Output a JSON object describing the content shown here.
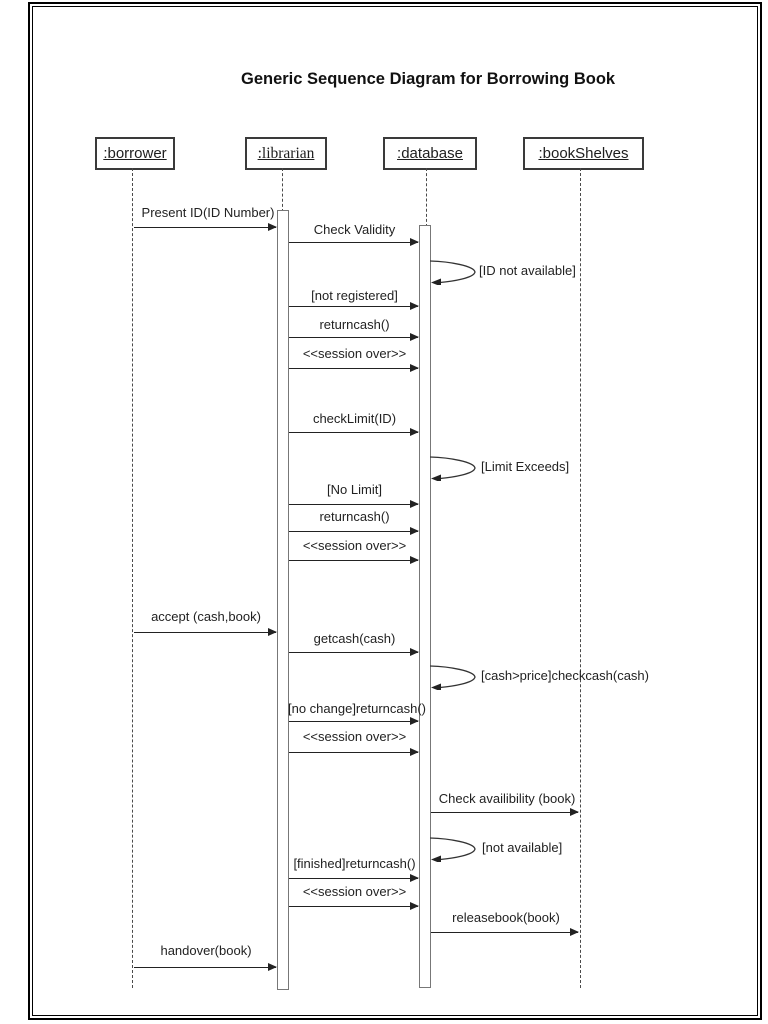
{
  "title": "Generic Sequence Diagram for Borrowing Book",
  "colors": {
    "ink": "#1e1e1e",
    "frame": "#000000",
    "background": "#ffffff"
  },
  "lifelines": [
    {
      "name": ":borrower"
    },
    {
      "name": ":librarian"
    },
    {
      "name": ":database"
    },
    {
      "name": ":bookShelves"
    }
  ],
  "messages": [
    {
      "label": "Present ID(ID Number)",
      "from": ":borrower",
      "to": ":librarian"
    },
    {
      "label": "Check Validity",
      "from": ":librarian",
      "to": ":database"
    },
    {
      "label": "[not registered]",
      "from": ":librarian",
      "to": ":database"
    },
    {
      "label": "returncash()",
      "from": ":librarian",
      "to": ":database"
    },
    {
      "label": "<<session over>>",
      "from": ":librarian",
      "to": ":database"
    },
    {
      "label": "checkLimit(ID)",
      "from": ":librarian",
      "to": ":database"
    },
    {
      "label": "[No Limit]",
      "from": ":librarian",
      "to": ":database"
    },
    {
      "label": "returncash()",
      "from": ":librarian",
      "to": ":database"
    },
    {
      "label": "<<session over>>",
      "from": ":librarian",
      "to": ":database"
    },
    {
      "label": "accept (cash,book)",
      "from": ":borrower",
      "to": ":librarian"
    },
    {
      "label": "getcash(cash)",
      "from": ":librarian",
      "to": ":database"
    },
    {
      "label": "[no change]returncash()",
      "from": ":librarian",
      "to": ":database"
    },
    {
      "label": "<<session over>>",
      "from": ":librarian",
      "to": ":database"
    },
    {
      "label": "Check availibility (book)",
      "from": ":database",
      "to": ":bookShelves"
    },
    {
      "label": "[finished]returncash()",
      "from": ":librarian",
      "to": ":database"
    },
    {
      "label": "<<session over>>",
      "from": ":librarian",
      "to": ":database"
    },
    {
      "label": "releasebook(book)",
      "from": ":database",
      "to": ":bookShelves"
    },
    {
      "label": "handover(book)",
      "from": ":borrower",
      "to": ":librarian"
    }
  ],
  "self_messages": [
    {
      "label": "[ID not available]",
      "on": ":database"
    },
    {
      "label": "[Limit Exceeds]",
      "on": ":database"
    },
    {
      "label": "[cash>price]checkcash(cash)",
      "on": ":database"
    },
    {
      "label": "[not available]",
      "on": ":database"
    }
  ]
}
